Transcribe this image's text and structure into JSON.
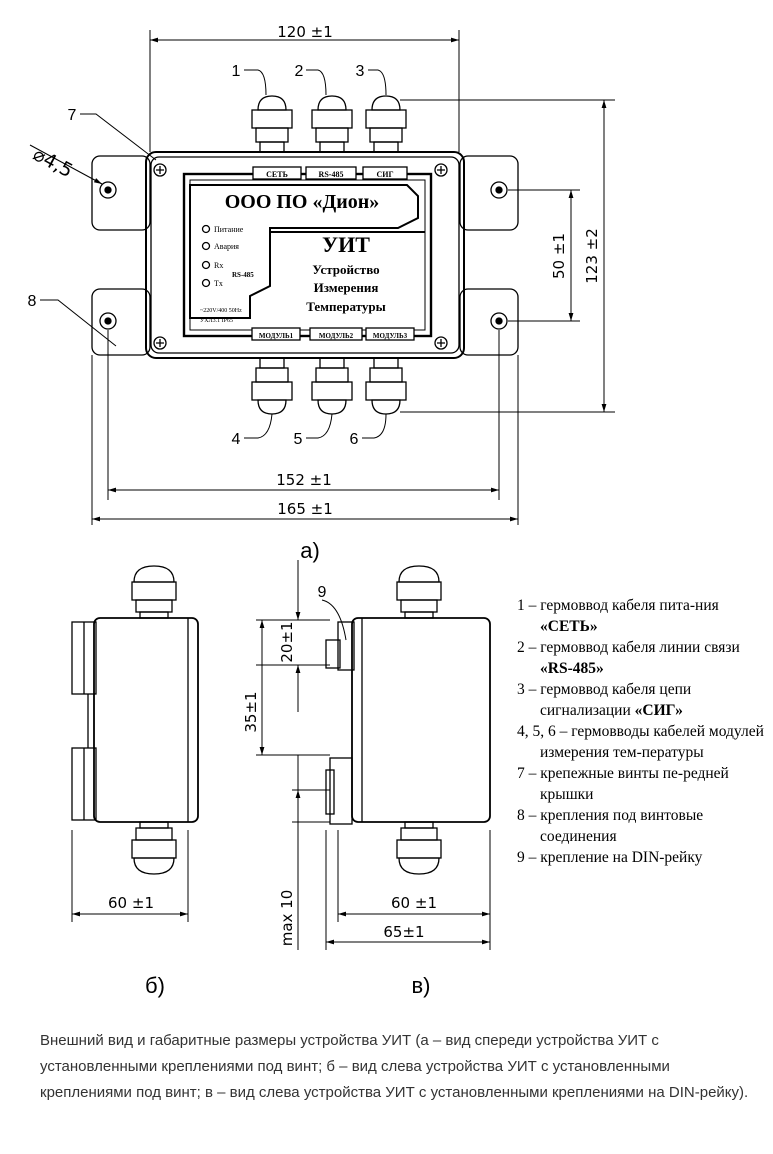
{
  "view_a": {
    "dims": {
      "top_width": "120 ±1",
      "hole_dia": "⌀4,5",
      "inner_height": "50 ±1",
      "total_height": "123 ±2",
      "hole_spacing": "152 ±1",
      "total_width": "165 ±1"
    },
    "callouts": [
      "1",
      "2",
      "3",
      "4",
      "5",
      "6",
      "7",
      "8"
    ],
    "panel": {
      "top_tabs": [
        "СЕТЬ",
        "RS-485",
        "СИГ"
      ],
      "bottom_tabs": [
        "МОДУЛЬ1",
        "МОДУЛЬ2",
        "МОДУЛЬ3"
      ],
      "company": "ООО ПО «Дион»",
      "leds": [
        "Питание",
        "Авария",
        "Rx",
        "Tx"
      ],
      "rs_label": "RS-485",
      "spec_line1": "~220V/400 50Hz",
      "spec_line2": "УХЛ3.1   IP65",
      "device_code": "УИТ",
      "device_name": [
        "Устройство",
        "Измерения",
        "Температуры"
      ]
    },
    "label": "а)"
  },
  "view_b": {
    "dims": {
      "width": "60 ±1"
    },
    "label": "б)"
  },
  "view_v": {
    "dims": {
      "top_offset": "20±1",
      "mid_offset": "35±1",
      "max_depth": "max 10",
      "width": "60 ±1",
      "total_width": "65±1"
    },
    "callout": "9",
    "label": "в)"
  },
  "legend": [
    {
      "num": "1",
      "text": "гермоввод кабеля пита-ния ",
      "bold": "«СЕТЬ»"
    },
    {
      "num": "2",
      "text": "гермоввод кабеля линии связи ",
      "bold": "«RS-485»"
    },
    {
      "num": "3",
      "text": "гермоввод кабеля цепи сигнализации ",
      "bold": "«СИГ»"
    },
    {
      "num": "4, 5, 6",
      "text": "гермовводы кабелей модулей измерения тем-пературы",
      "bold": ""
    },
    {
      "num": "7",
      "text": "крепежные винты пе-редней крышки",
      "bold": ""
    },
    {
      "num": "8",
      "text": "крепления под винтовые соединения",
      "bold": ""
    },
    {
      "num": "9",
      "text": "крепление на DIN-рейку",
      "bold": ""
    }
  ],
  "caption": "Внешний вид и габаритные размеры устройства УИТ (а – вид спереди устройства УИТ с установленными креплениями под винт; б – вид слева устройства УИТ с установленными креплениями под винт; в – вид слева устройства УИТ с установленными креплениями на DIN-рейку)."
}
